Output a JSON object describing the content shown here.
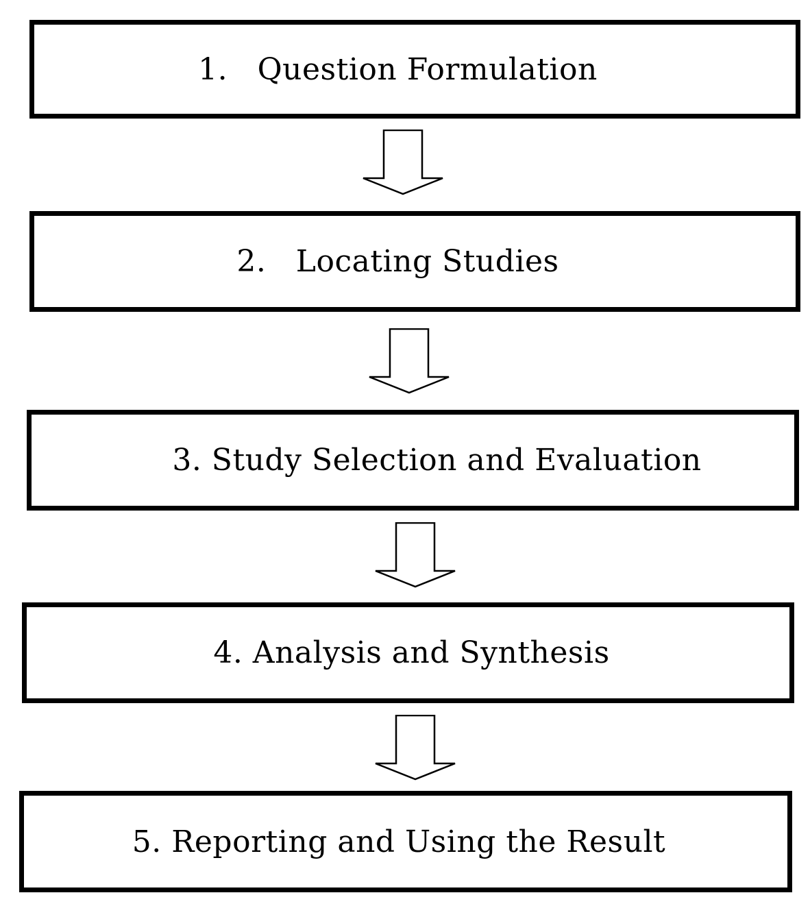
{
  "diagram": {
    "steps": [
      {
        "label": "1.   Question Formulation"
      },
      {
        "label": "2.   Locating Studies"
      },
      {
        "label": "3. Study Selection and Evaluation"
      },
      {
        "label": "4. Analysis and Synthesis"
      },
      {
        "label": "5. Reporting and Using the Result"
      }
    ],
    "colors": {
      "stroke": "#000000",
      "background": "#ffffff"
    },
    "connector_icon": "down-outline-arrow-icon"
  }
}
